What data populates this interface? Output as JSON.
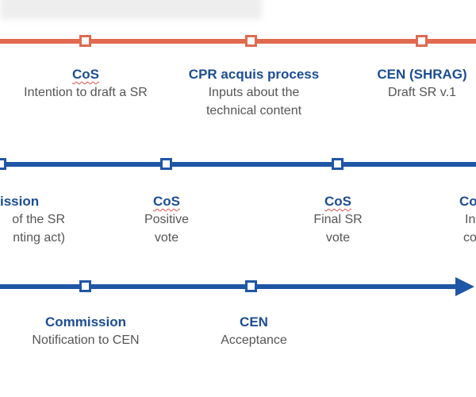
{
  "colors": {
    "orange": "#e06a4f",
    "blue": "#1f56a6",
    "title_blue": "#1c4d94",
    "text_gray": "#555555"
  },
  "row1": [
    {
      "title": "CoS",
      "desc": [
        "Intention to draft a SR"
      ]
    },
    {
      "title": "CPR acquis process",
      "desc": [
        "Inputs about the",
        "technical content"
      ]
    },
    {
      "title": "CEN (SHRAG)",
      "desc": [
        "Draft SR v.1"
      ]
    }
  ],
  "row2": {
    "left_partial": {
      "title": "ission",
      "desc": [
        "of the SR",
        "nting act)"
      ]
    },
    "items": [
      {
        "title": "CoS",
        "desc": [
          "Positive",
          "vote"
        ]
      },
      {
        "title": "CoS",
        "desc": [
          "Final SR",
          "vote"
        ]
      }
    ],
    "right_partial": {
      "title": "Co",
      "desc": [
        "In",
        "co"
      ]
    }
  },
  "row3": [
    {
      "title": "Commission",
      "desc": [
        "Notification to CEN"
      ]
    },
    {
      "title": "CEN",
      "desc": [
        "Acceptance"
      ]
    }
  ]
}
